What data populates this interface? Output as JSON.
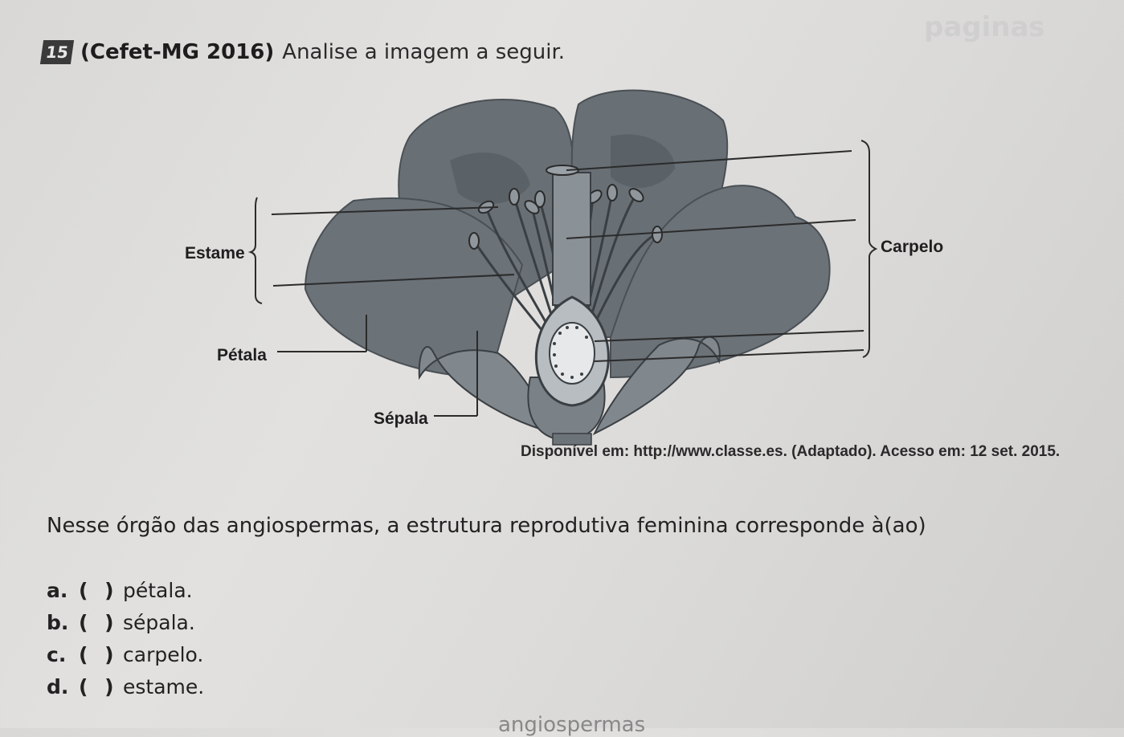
{
  "question": {
    "number": "15",
    "source": "(Cefet-MG 2016)",
    "intro": "Analise a imagem a seguir."
  },
  "figure": {
    "labels": {
      "estame": "Estame",
      "petala": "Pétala",
      "sepala": "Sépala",
      "carpelo": "Carpelo"
    },
    "source": "Disponível em: http://www.classe.es. (Adaptado). Acesso em: 12 set. 2015."
  },
  "stem": "Nesse órgão das angiospermas, a estrutura reprodutiva feminina corresponde à(ao)",
  "options": [
    {
      "letter": "a.",
      "box": "( )",
      "text": "pétala."
    },
    {
      "letter": "b.",
      "box": "( )",
      "text": "sépala."
    },
    {
      "letter": "c.",
      "box": "( )",
      "text": "carpelo."
    },
    {
      "letter": "d.",
      "box": "( )",
      "text": "estame."
    }
  ],
  "bleed": {
    "top_right": "paginas",
    "bottom": "angiospermas"
  },
  "colors": {
    "petal": "#6f767c",
    "petal_dark": "#5a6167",
    "ovary": "#8c939a",
    "line": "#2b2b2b"
  }
}
